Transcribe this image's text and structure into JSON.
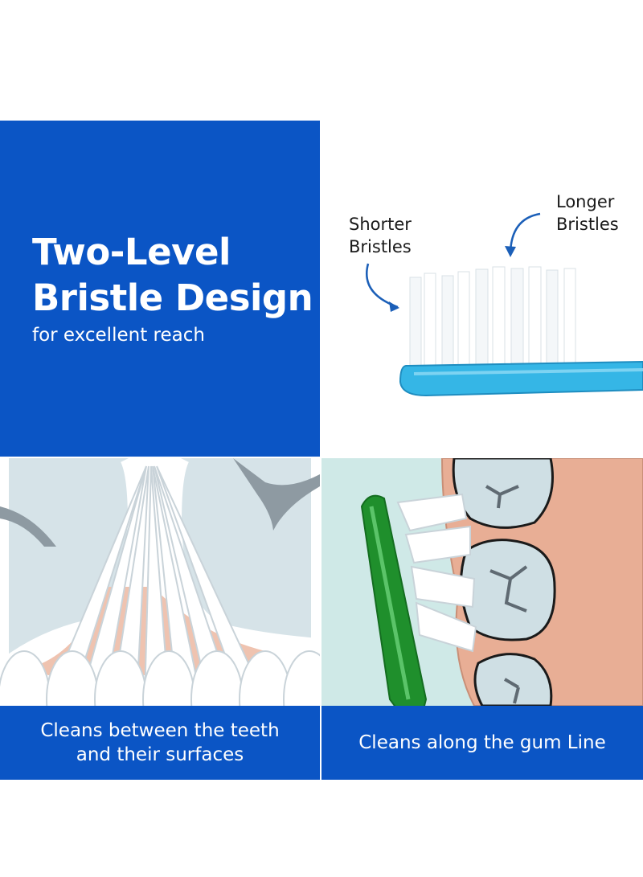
{
  "hero": {
    "title_line1": "Two-Level",
    "title_line2": "Bristle Design",
    "subtitle": "for excellent reach"
  },
  "callouts": {
    "shorter_line1": "Shorter",
    "shorter_line2": "Bristles",
    "longer_line1": "Longer",
    "longer_line2": "Bristles"
  },
  "captions": {
    "left_line1": "Cleans between the teeth",
    "left_line2": "and their surfaces",
    "right": "Cleans along the gum Line"
  },
  "colors": {
    "brand_blue": "#0b55c5",
    "brush_head": "#35b6e6",
    "handle_green": "#1f8f2c",
    "gum": "#e8ae95",
    "tooth": "#cfdfe4"
  }
}
